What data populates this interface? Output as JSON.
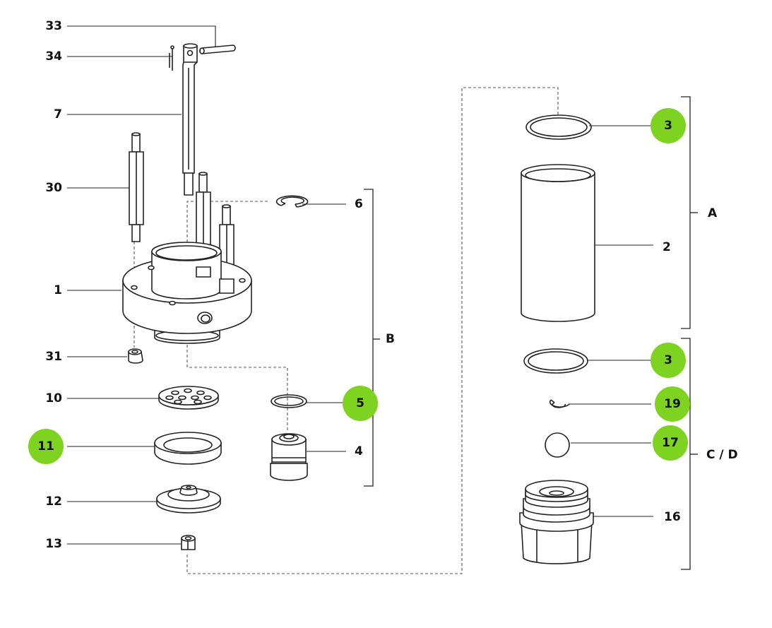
{
  "colors": {
    "highlight": "#7ed321",
    "line": "#222222",
    "dashed": "#555555"
  },
  "parts": [
    {
      "id": "33",
      "label": "33",
      "highlighted": false
    },
    {
      "id": "34",
      "label": "34",
      "highlighted": false
    },
    {
      "id": "7",
      "label": "7",
      "highlighted": false
    },
    {
      "id": "30",
      "label": "30",
      "highlighted": false
    },
    {
      "id": "1",
      "label": "1",
      "highlighted": false
    },
    {
      "id": "31",
      "label": "31",
      "highlighted": false
    },
    {
      "id": "10",
      "label": "10",
      "highlighted": false
    },
    {
      "id": "11",
      "label": "11",
      "highlighted": true
    },
    {
      "id": "12",
      "label": "12",
      "highlighted": false
    },
    {
      "id": "13",
      "label": "13",
      "highlighted": false
    },
    {
      "id": "6",
      "label": "6",
      "highlighted": false
    },
    {
      "id": "5",
      "label": "5",
      "highlighted": true
    },
    {
      "id": "4",
      "label": "4",
      "highlighted": false
    },
    {
      "id": "3a",
      "label": "3",
      "highlighted": true
    },
    {
      "id": "2",
      "label": "2",
      "highlighted": false
    },
    {
      "id": "3b",
      "label": "3",
      "highlighted": true
    },
    {
      "id": "19",
      "label": "19",
      "highlighted": true
    },
    {
      "id": "17",
      "label": "17",
      "highlighted": true
    },
    {
      "id": "16",
      "label": "16",
      "highlighted": false
    }
  ],
  "groups": {
    "A": {
      "label": "A"
    },
    "B": {
      "label": "B"
    },
    "CD": {
      "label": "C / D"
    }
  }
}
